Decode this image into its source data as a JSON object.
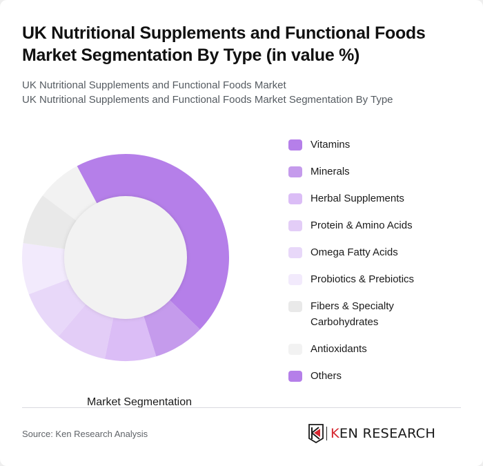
{
  "header": {
    "title": "UK Nutritional Supplements and Functional Foods Market Segmentation By Type (in value %)",
    "subtitle_line1": "UK Nutritional Supplements and Functional Foods Market",
    "subtitle_line2": "UK Nutritional Supplements and Functional Foods Market Segmentation By Type"
  },
  "chart_data": {
    "type": "pie",
    "subtype": "donut",
    "title": "UK Nutritional Supplements and Functional Foods Market Segmentation By Type (in value %)",
    "center_label": "Market Segmentation",
    "start_angle_deg": -28,
    "categories": [
      "Vitamins",
      "Minerals",
      "Herbal Supplements",
      "Protein & Amino Acids",
      "Omega Fatty Acids",
      "Probiotics & Prebiotics",
      "Fibers & Specialty Carbohydrates",
      "Antioxidants",
      "Others"
    ],
    "values": [
      45,
      8,
      8,
      8,
      8,
      8,
      8,
      7,
      0
    ],
    "colors": [
      "#b57fe9",
      "#c59bec",
      "#dbbdf6",
      "#e3cdf7",
      "#e8d8f9",
      "#f2eafc",
      "#e9e9e9",
      "#f2f2f2",
      "#b57fe9"
    ],
    "legend_position": "right",
    "unit": "%"
  },
  "legend": {
    "items": [
      {
        "label": "Vitamins",
        "color": "#b57fe9"
      },
      {
        "label": "Minerals",
        "color": "#c59bec"
      },
      {
        "label": "Herbal Supplements",
        "color": "#dbbdf6"
      },
      {
        "label": "Protein & Amino Acids",
        "color": "#e3cdf7"
      },
      {
        "label": "Omega Fatty Acids",
        "color": "#e8d8f9"
      },
      {
        "label": "Probiotics & Prebiotics",
        "color": "#f2eafc"
      },
      {
        "label": "Fibers & Specialty Carbohydrates",
        "color": "#e9e9e9"
      },
      {
        "label": "Antioxidants",
        "color": "#f2f2f2"
      },
      {
        "label": "Others",
        "color": "#b57fe9"
      }
    ]
  },
  "footer": {
    "source": "Source: Ken Research Analysis",
    "logo_text_k": "K",
    "logo_text_rest": "EN RESEARCH",
    "logo_accent": "#d6262f"
  }
}
